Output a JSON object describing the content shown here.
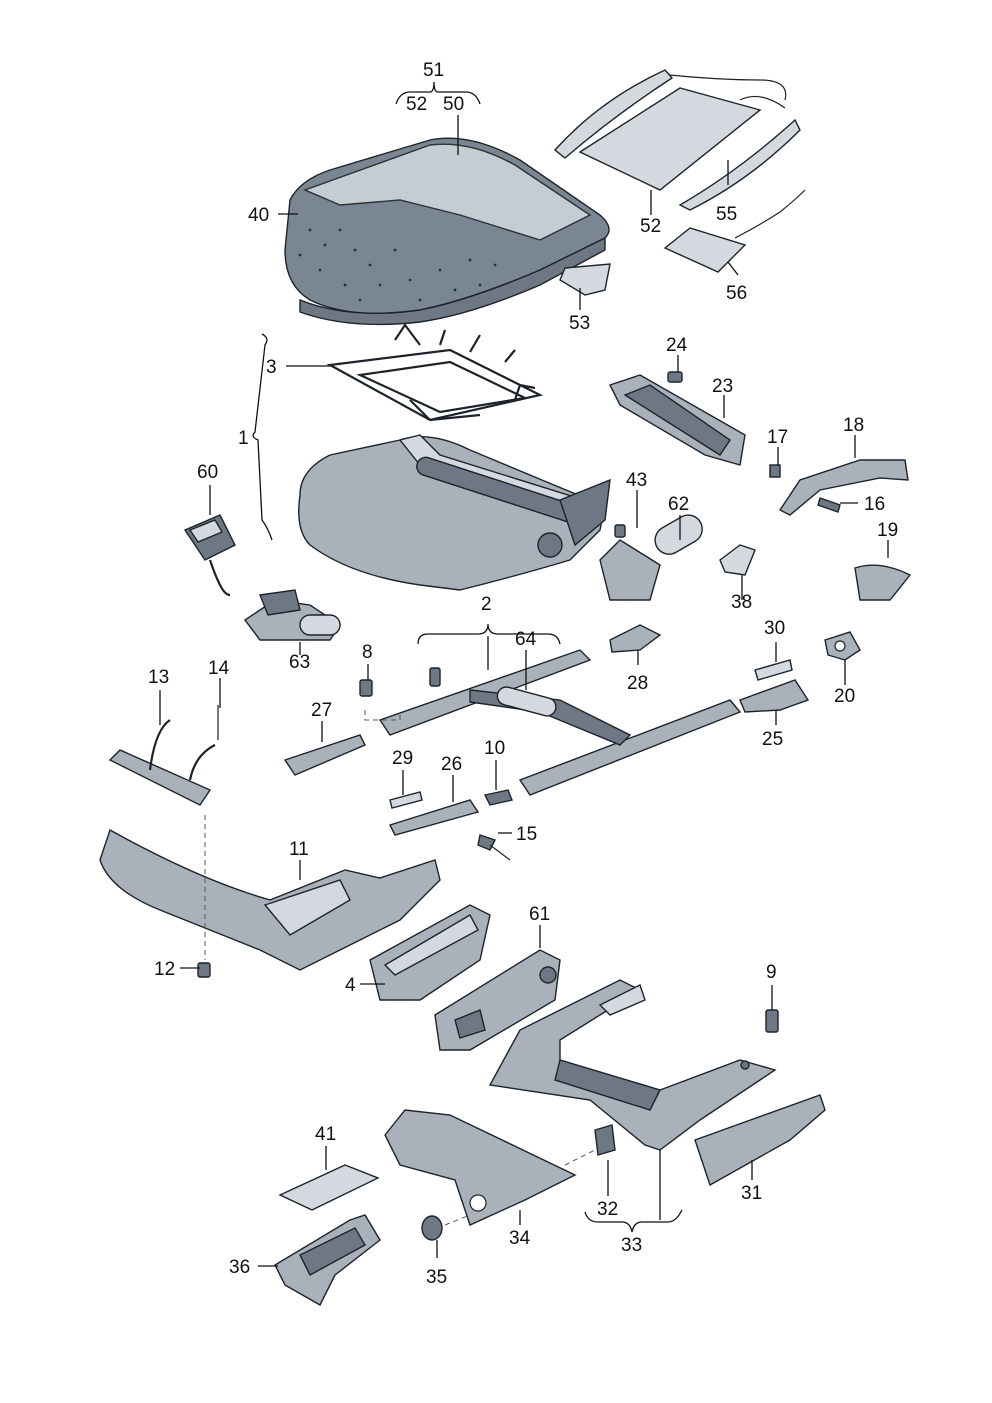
{
  "diagram": {
    "colors": {
      "part_fill": "#a9b2bb",
      "part_dark": "#6d7884",
      "part_light": "#d3d9de",
      "outline": "#1d232a",
      "background": "#ffffff"
    },
    "callouts": {
      "c1": "1",
      "c2": "2",
      "c3": "3",
      "c4": "4",
      "c8": "8",
      "c9": "9",
      "c10": "10",
      "c11": "11",
      "c12": "12",
      "c13": "13",
      "c14": "14",
      "c15": "15",
      "c16": "16",
      "c17": "17",
      "c18": "18",
      "c19": "19",
      "c20": "20",
      "c23": "23",
      "c24": "24",
      "c25": "25",
      "c26": "26",
      "c27": "27",
      "c28": "28",
      "c29": "29",
      "c30": "30",
      "c31": "31",
      "c32": "32",
      "c33": "33",
      "c34": "34",
      "c35": "35",
      "c36": "36",
      "c38": "38",
      "c40": "40",
      "c41": "41",
      "c43": "43",
      "c50": "50",
      "c51": "51",
      "c52a": "52",
      "c52b": "52",
      "c53": "53",
      "c55": "55",
      "c56": "56",
      "c60": "60",
      "c61": "61",
      "c62": "62",
      "c63": "63",
      "c64": "64"
    }
  }
}
